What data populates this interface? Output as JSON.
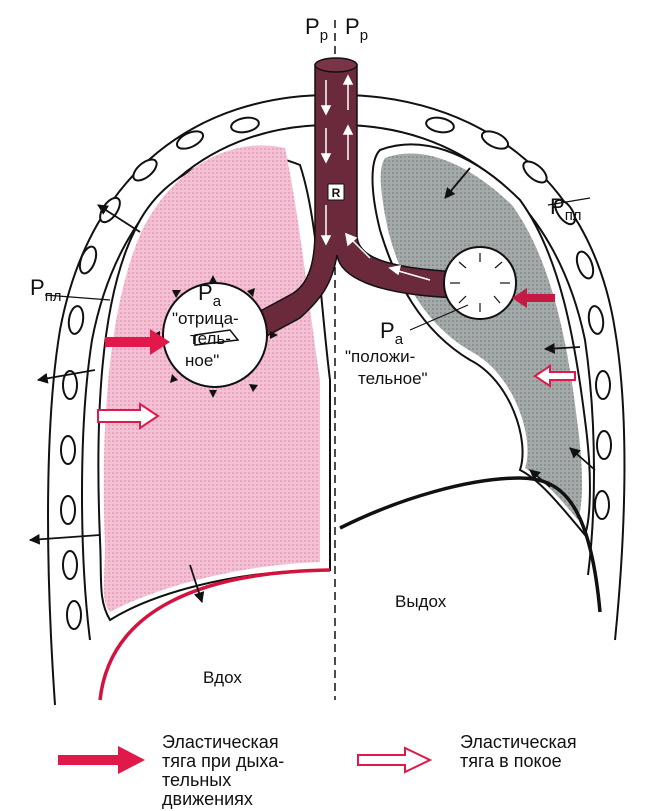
{
  "labels": {
    "pressure_left": {
      "main": "P",
      "sub": "р"
    },
    "pressure_right": {
      "main": "P",
      "sub": "р"
    },
    "pleural_left": {
      "main": "P",
      "sub": "пл"
    },
    "pleural_right": {
      "main": "P",
      "sub": "пл"
    },
    "alveolar_left": {
      "main": "P",
      "sub": "a"
    },
    "alveolar_right": {
      "main": "P",
      "sub": "a"
    },
    "resistance": "R",
    "left_state_lines": [
      "\"отрица-",
      "тель-",
      "ное\""
    ],
    "right_state_lines": [
      "\"положи-",
      "тельное\""
    ],
    "inhale": "Вдох",
    "exhale": "Выдох"
  },
  "legend": {
    "dynamic_label": "Эластическая\nтяга при дыха-\nтельных\nдвижениях",
    "rest_label": "Эластическая\nтяга в покое"
  },
  "colors": {
    "lung_left": "#f1b9cf",
    "lung_right": "#9aa0a0",
    "airway": "#6a2a3c",
    "accent_red": "#e0194a",
    "diaphragm_left": "#d5123e"
  }
}
